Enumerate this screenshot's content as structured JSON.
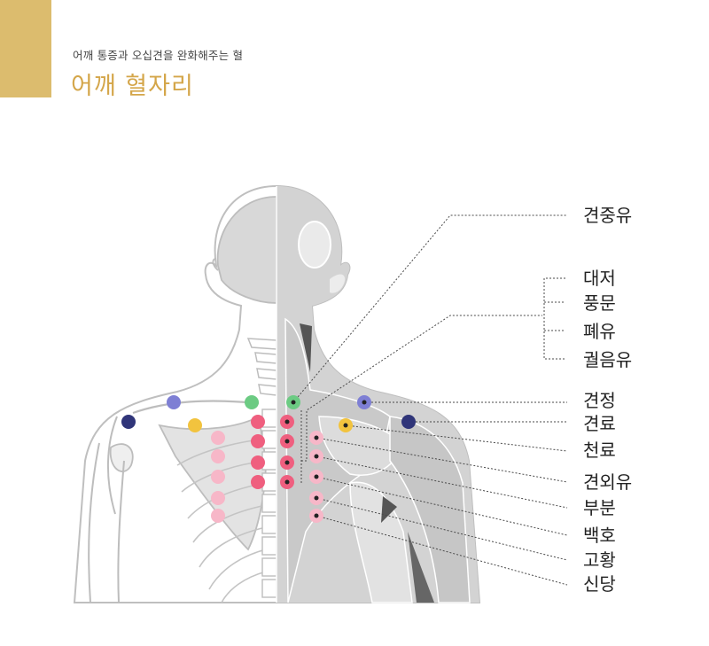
{
  "header": {
    "subtitle": "어깨 통증과 오십견을 완화해주는 혈",
    "title": "어깨 혈자리"
  },
  "colors": {
    "accent": "#dcbc6e",
    "title": "#d4a64a",
    "red_point": "#ef5f7f",
    "pink_point": "#f7b7c8",
    "green_point": "#6ccb83",
    "navy_point": "#303579",
    "violet_point": "#7e7fd4",
    "yellow_point": "#f2c33e"
  },
  "labels": [
    {
      "id": "gyeonjungyu",
      "text": "견중유"
    },
    {
      "id": "daejeo",
      "text": "대저"
    },
    {
      "id": "pungmun",
      "text": "풍문"
    },
    {
      "id": "pyeyu",
      "text": "폐유"
    },
    {
      "id": "gwoleumyu",
      "text": "궐음유"
    },
    {
      "id": "gyeonjeong",
      "text": "견정"
    },
    {
      "id": "gyeonryo",
      "text": "견료"
    },
    {
      "id": "cheonryo",
      "text": "천료"
    },
    {
      "id": "gyeonoeyu",
      "text": "견외유"
    },
    {
      "id": "bubun",
      "text": "부분"
    },
    {
      "id": "baekho",
      "text": "백호"
    },
    {
      "id": "gohwang",
      "text": "고황"
    },
    {
      "id": "sindang",
      "text": "신당"
    }
  ]
}
